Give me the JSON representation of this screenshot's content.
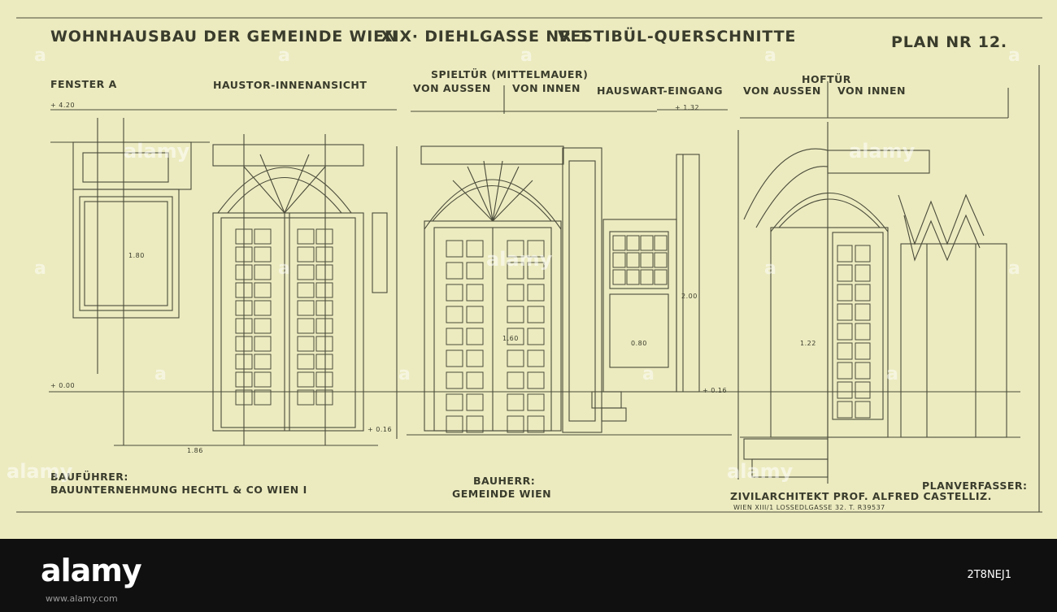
{
  "title": {
    "project": "WOHNHAUSBAU DER GEMEINDE WIEN",
    "address": "XIX· DIEHLGASSE NR 1",
    "subject": "VESTIBÜL-QUERSCHNITTE",
    "plan": "PLAN NR 12."
  },
  "sections": {
    "fenster": "FENSTER A",
    "haustor": "HAUSTOR-INNENANSICHT",
    "spieltuer": "SPIELTÜR (MITTELMAUER)",
    "spieltuer_aussen": "VON AUSSEN",
    "spieltuer_innen": "VON INNEN",
    "hauswart": "HAUSWART-EINGANG",
    "hoftuer": "HOFTÜR",
    "hoftuer_aussen": "VON AUSSEN",
    "hoftuer_innen": "VON INNEN"
  },
  "footer": {
    "baufuehrer_label": "BAUFÜHRER:",
    "baufuehrer_name": "BAUUNTERNEHMUNG HECHTL & CO WIEN I",
    "bauherr_label": "BAUHERR:",
    "bauherr_name": "GEMEINDE WIEN",
    "planverfasser_label": "PLANVERFASSER:",
    "planverfasser_name": "ZIVILARCHITEKT PROF. ALFRED CASTELLIZ.",
    "planverfasser_address": "WIEN XIII/1 LOSSEDLGASSE 32. T. R39537"
  },
  "dimensions": {
    "fenster_level": "+ 4.20",
    "floor_level": "+ 0.00",
    "step_level": "+ 0.16",
    "hauswart_level": "+ 1.32",
    "spiel_level": "+ 0.16",
    "haustor_width": "1.86",
    "fenster_height": "1.80",
    "spiel_width": "1.60",
    "hof_width": "1.22",
    "hauswart_width": "0.80",
    "door_height": "2.00"
  },
  "watermark": {
    "text": "alamy",
    "letter": "a"
  },
  "stock": {
    "logo": "alamy",
    "image_id": "2T8NEJ1",
    "url": "www.alamy.com"
  },
  "colors": {
    "paper": "#ecebc0",
    "ink": "#3a3c2c",
    "line": "#4a4b3a",
    "band": "#101010"
  }
}
